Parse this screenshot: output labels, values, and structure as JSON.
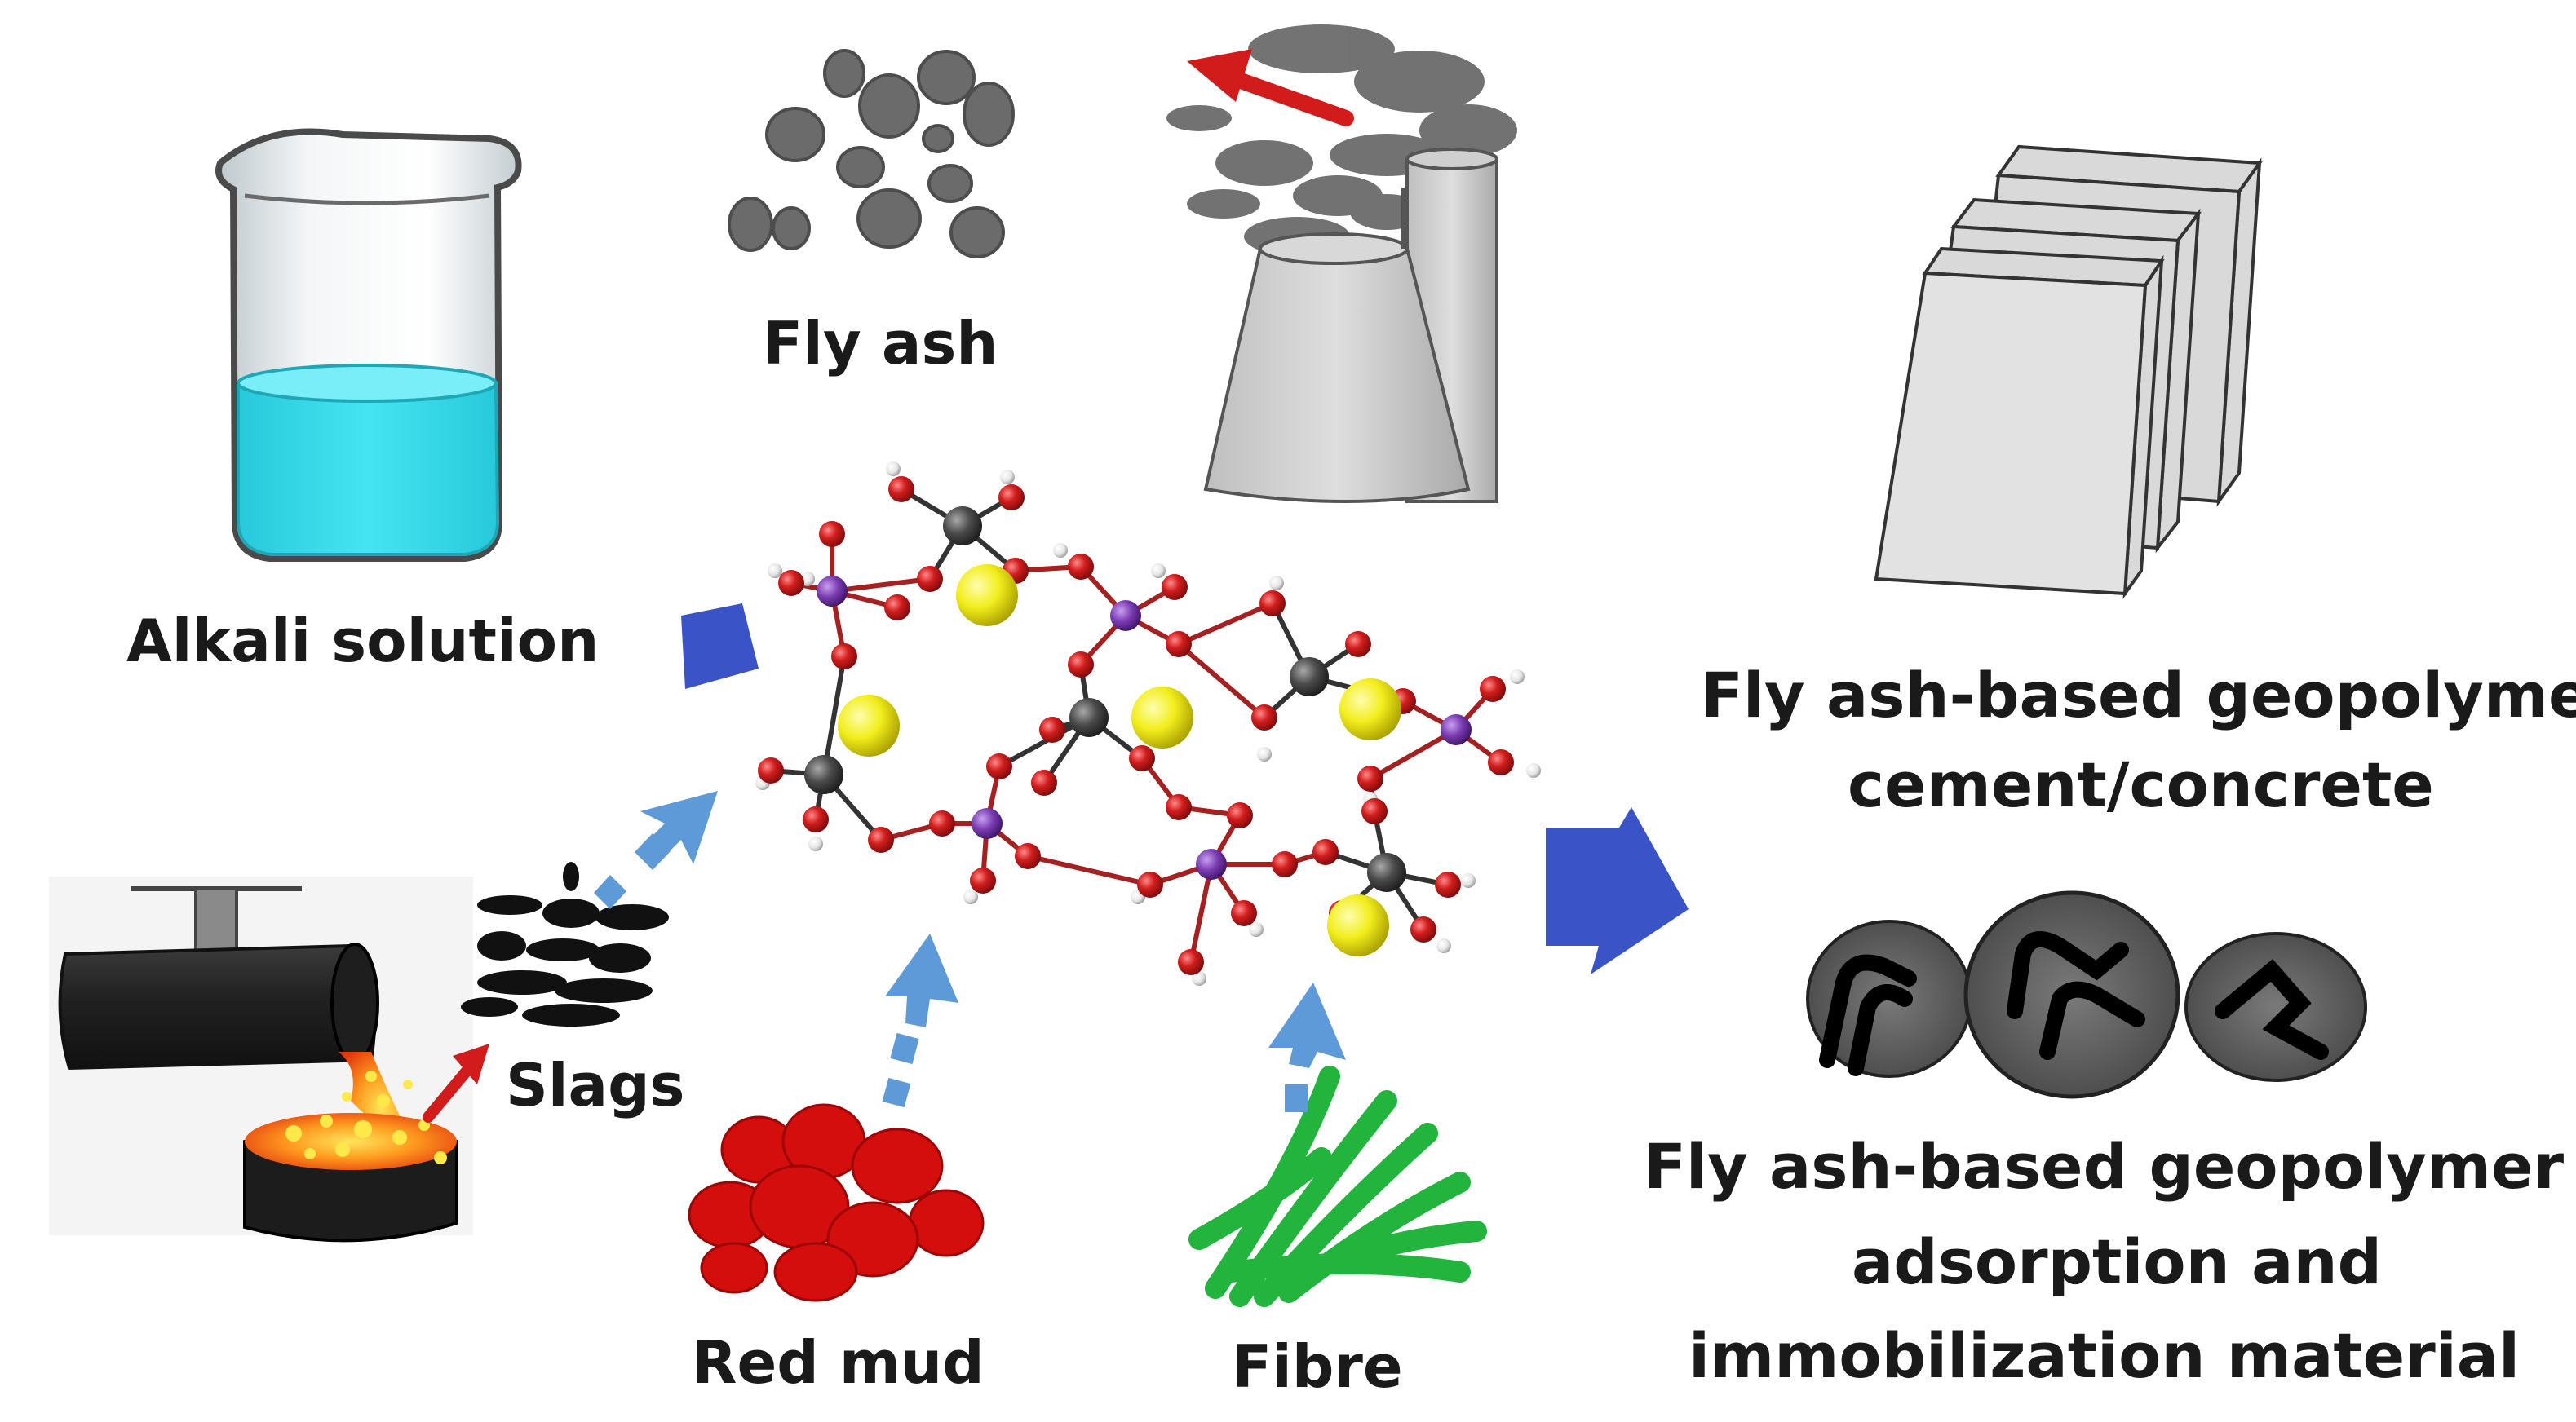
{
  "labels": {
    "fly_ash": "Fly ash",
    "alkali_solution": "Alkali solution",
    "slags": "Slags",
    "red_mud": "Red mud",
    "fibre": "Fibre",
    "cement_line1": "Fly ash-based geopolymer",
    "cement_line2": "cement/concrete",
    "adsorption_line1": "Fly ash-based geopolymer",
    "adsorption_line2": "adsorption and",
    "adsorption_line3": "immobilization material"
  },
  "colors": {
    "alkali_liquid": "#3ee0ef",
    "dashed_arrow": "#5f9ad8",
    "big_arrow": "#3a54c8",
    "red_arrow": "#d21c1c",
    "red_mud": "#d40d0d",
    "fibre": "#22b43c",
    "oxygen": "#d11d1d",
    "hydrogen": "#eeeeee",
    "silicon": "#505050",
    "aluminium": "#7b3db2",
    "cation": "#f2ee1c"
  }
}
